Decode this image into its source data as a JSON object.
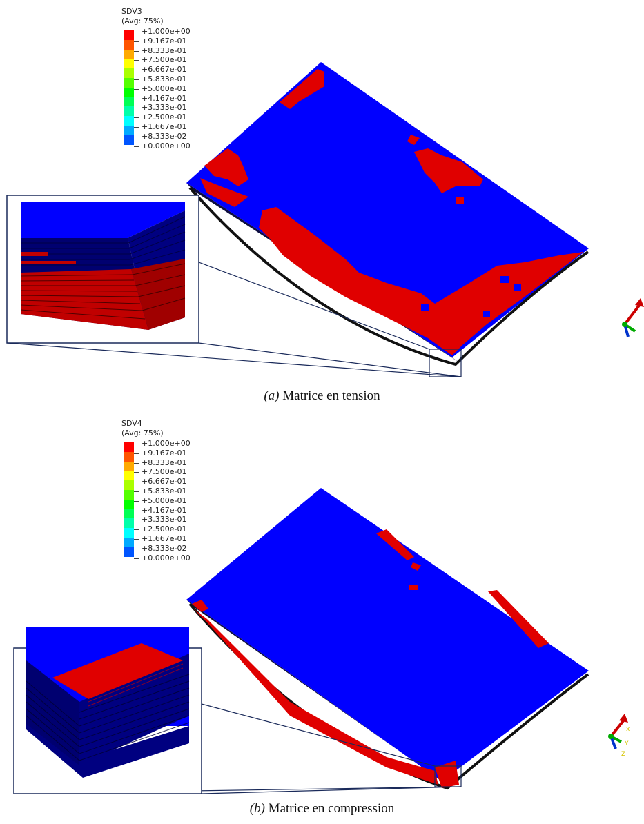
{
  "legend_values": [
    "+1.000e+00",
    "+9.167e-01",
    "+8.333e-01",
    "+7.500e-01",
    "+6.667e-01",
    "+5.833e-01",
    "+5.000e-01",
    "+4.167e-01",
    "+3.333e-01",
    "+2.500e-01",
    "+1.667e-01",
    "+8.333e-02",
    "+0.000e+00"
  ],
  "legend_colors": [
    "#ff0000",
    "#ff5500",
    "#ffaa00",
    "#ffff00",
    "#aaff00",
    "#55ff00",
    "#00ff00",
    "#00ff55",
    "#00ffaa",
    "#00ffff",
    "#00aaff",
    "#0055ff",
    "#0000ff"
  ],
  "panel_a": {
    "variable": "SDV3",
    "averaging": "(Avg: 75%)",
    "caption_tag": "(a)",
    "caption_text": " Matrice en tension"
  },
  "panel_b": {
    "variable": "SDV4",
    "averaging": "(Avg: 75%)",
    "caption_tag": "(b)",
    "caption_text": " Matrice en compression"
  },
  "triad": {
    "x": "X",
    "y": "Y",
    "z": "Z"
  },
  "colors": {
    "intact": "#0000ff",
    "damaged": "#e00000",
    "outline": "#1a2a5a"
  }
}
